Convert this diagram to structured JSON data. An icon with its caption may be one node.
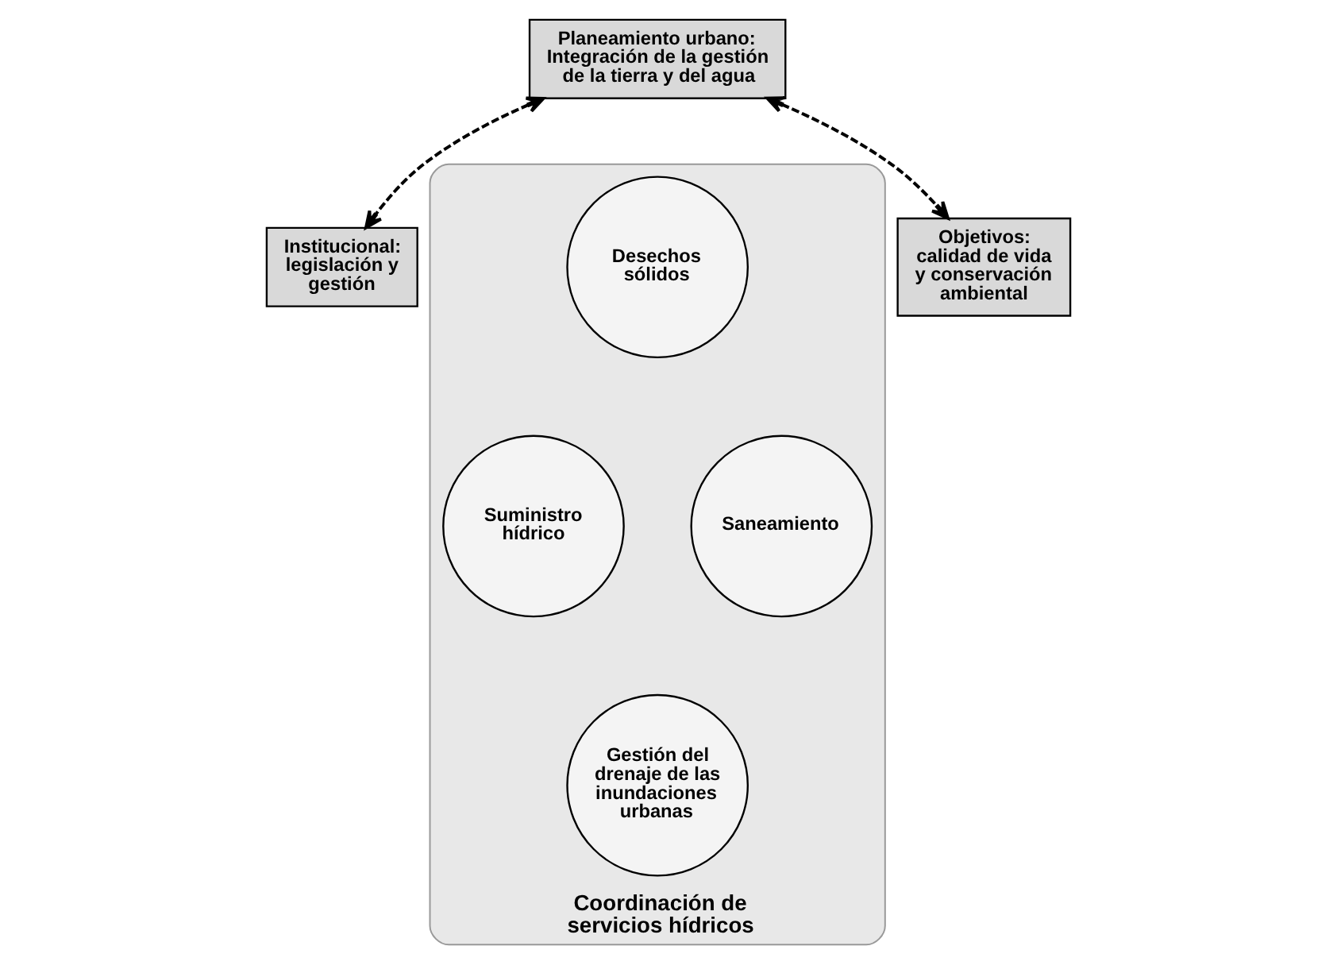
{
  "diagram": {
    "nodes": [
      {
        "text": [
          "Planeamiento urbano: Integración de la gestión de la tierra y del agua"
        ]
      },
      {
        "text": [
          "Institucional: legislación y gestión"
        ]
      },
      {
        "text": [
          "Objetivos: calidad de vida y conservación ambiental"
        ]
      },
      {
        "text": [
          "Coordinación de servicios hídricos"
        ]
      },
      {
        "text": [
          "Desechos sólidos"
        ],
        "in": 3
      },
      {
        "text": [
          "Suministro hídrico"
        ],
        "in": 3
      },
      {
        "text": [
          "Saneamiento"
        ],
        "in": 3
      },
      {
        "text": [
          "Gestión del drenaje de las inundaciones urbanas"
        ],
        "in": 3
      }
    ],
    "edges": [
      {
        "from": 0,
        "to": 1,
        "arrow": "both",
        "style": "dashed"
      },
      {
        "from": 0,
        "to": 2,
        "arrow": "both",
        "style": "dashed"
      }
    ]
  }
}
